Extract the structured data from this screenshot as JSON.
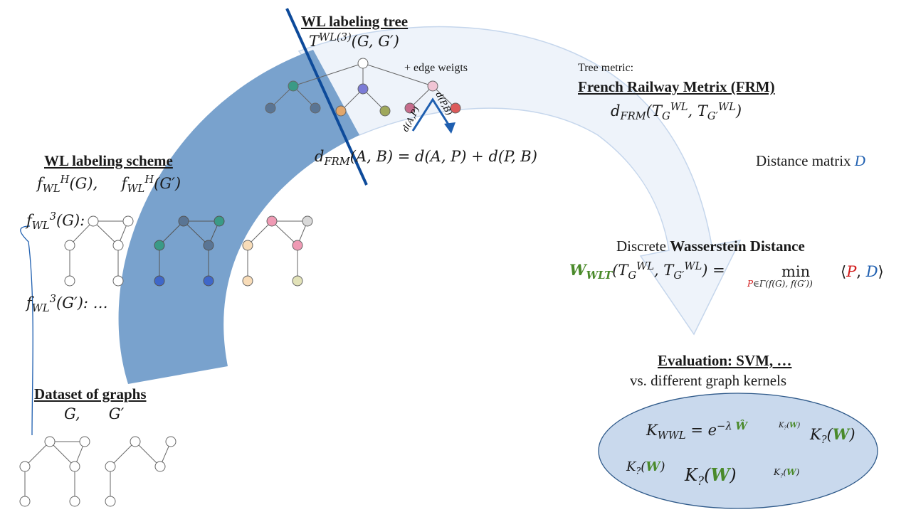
{
  "labels": {
    "wl_tree_title": "WL labeling tree",
    "wl_tree_formula": "T WL(3) (G, G′)",
    "edge_weights": "+ edge weigts",
    "tree_metric_caption": "Tree metric:",
    "frm_title": "French Railway Metrix (FRM)",
    "frm_formula": "d FRM (T G WL , T G′ WL )",
    "dfrm_formula": "d FRM (A, B) = d(A, P) + d(P, B)",
    "edge_label_ap": "d(A,P)",
    "edge_label_pb": "d(P,B)",
    "distance_matrix_text": "Distance matrix",
    "distance_matrix_symbol": "D",
    "wl_scheme_title": "WL labeling scheme",
    "wl_scheme_functions": "f WL H (G), f WL H (G′)",
    "f3_g": "f WL 3 (G):",
    "f3_gprime": "f WL 3 (G′): …",
    "wasserstein_title_prefix": "Discrete ",
    "wasserstein_title_bold": "Wasserstein Distance",
    "wasserstein_formula": "W WLT (T G WL , T G′ WL ) = min P∈Γ(f(G), f(G′)) ⟨P, D⟩",
    "dataset_title": "Dataset of graphs",
    "dataset_graphs": "G, G′",
    "evaluation_title": "Evaluation: SVM, …",
    "evaluation_subtitle": "vs. different graph kernels",
    "kernel_main": "K WWL = e −λ Ŵ",
    "kernel_small_1": "K?(W)",
    "kernel_large_1": "K?(W)",
    "kernel_mid_1": "K?(W)",
    "kernel_large_2": "K?(W)",
    "kernel_small_2": "K?(W)"
  },
  "colors": {
    "band_dark": "#79a2cd",
    "band_light": "#eef3fa",
    "band_light_stroke": "#c5d6ec",
    "slash_line": "#0d4a9a",
    "ellipse_fill": "#c9d9ed",
    "ellipse_stroke": "#2f5a8a",
    "node_teal": "#3a9a86",
    "node_slate": "#5a7594",
    "node_purple": "#7b7bd6",
    "node_orange": "#e2a66a",
    "node_olive": "#9fa85c",
    "node_pink": "#f0c4d4",
    "node_mauve": "#c66c8c",
    "node_red": "#dc5a5a",
    "node_blue": "#3f67c9",
    "node_peach": "#f8dcb8",
    "node_sand": "#e2e2b8",
    "node_rose": "#ef9ab4",
    "node_grey": "#d9d9d9",
    "green": "#4a8a2a",
    "blue": "#1f5fb0",
    "red": "#d21a1a"
  }
}
